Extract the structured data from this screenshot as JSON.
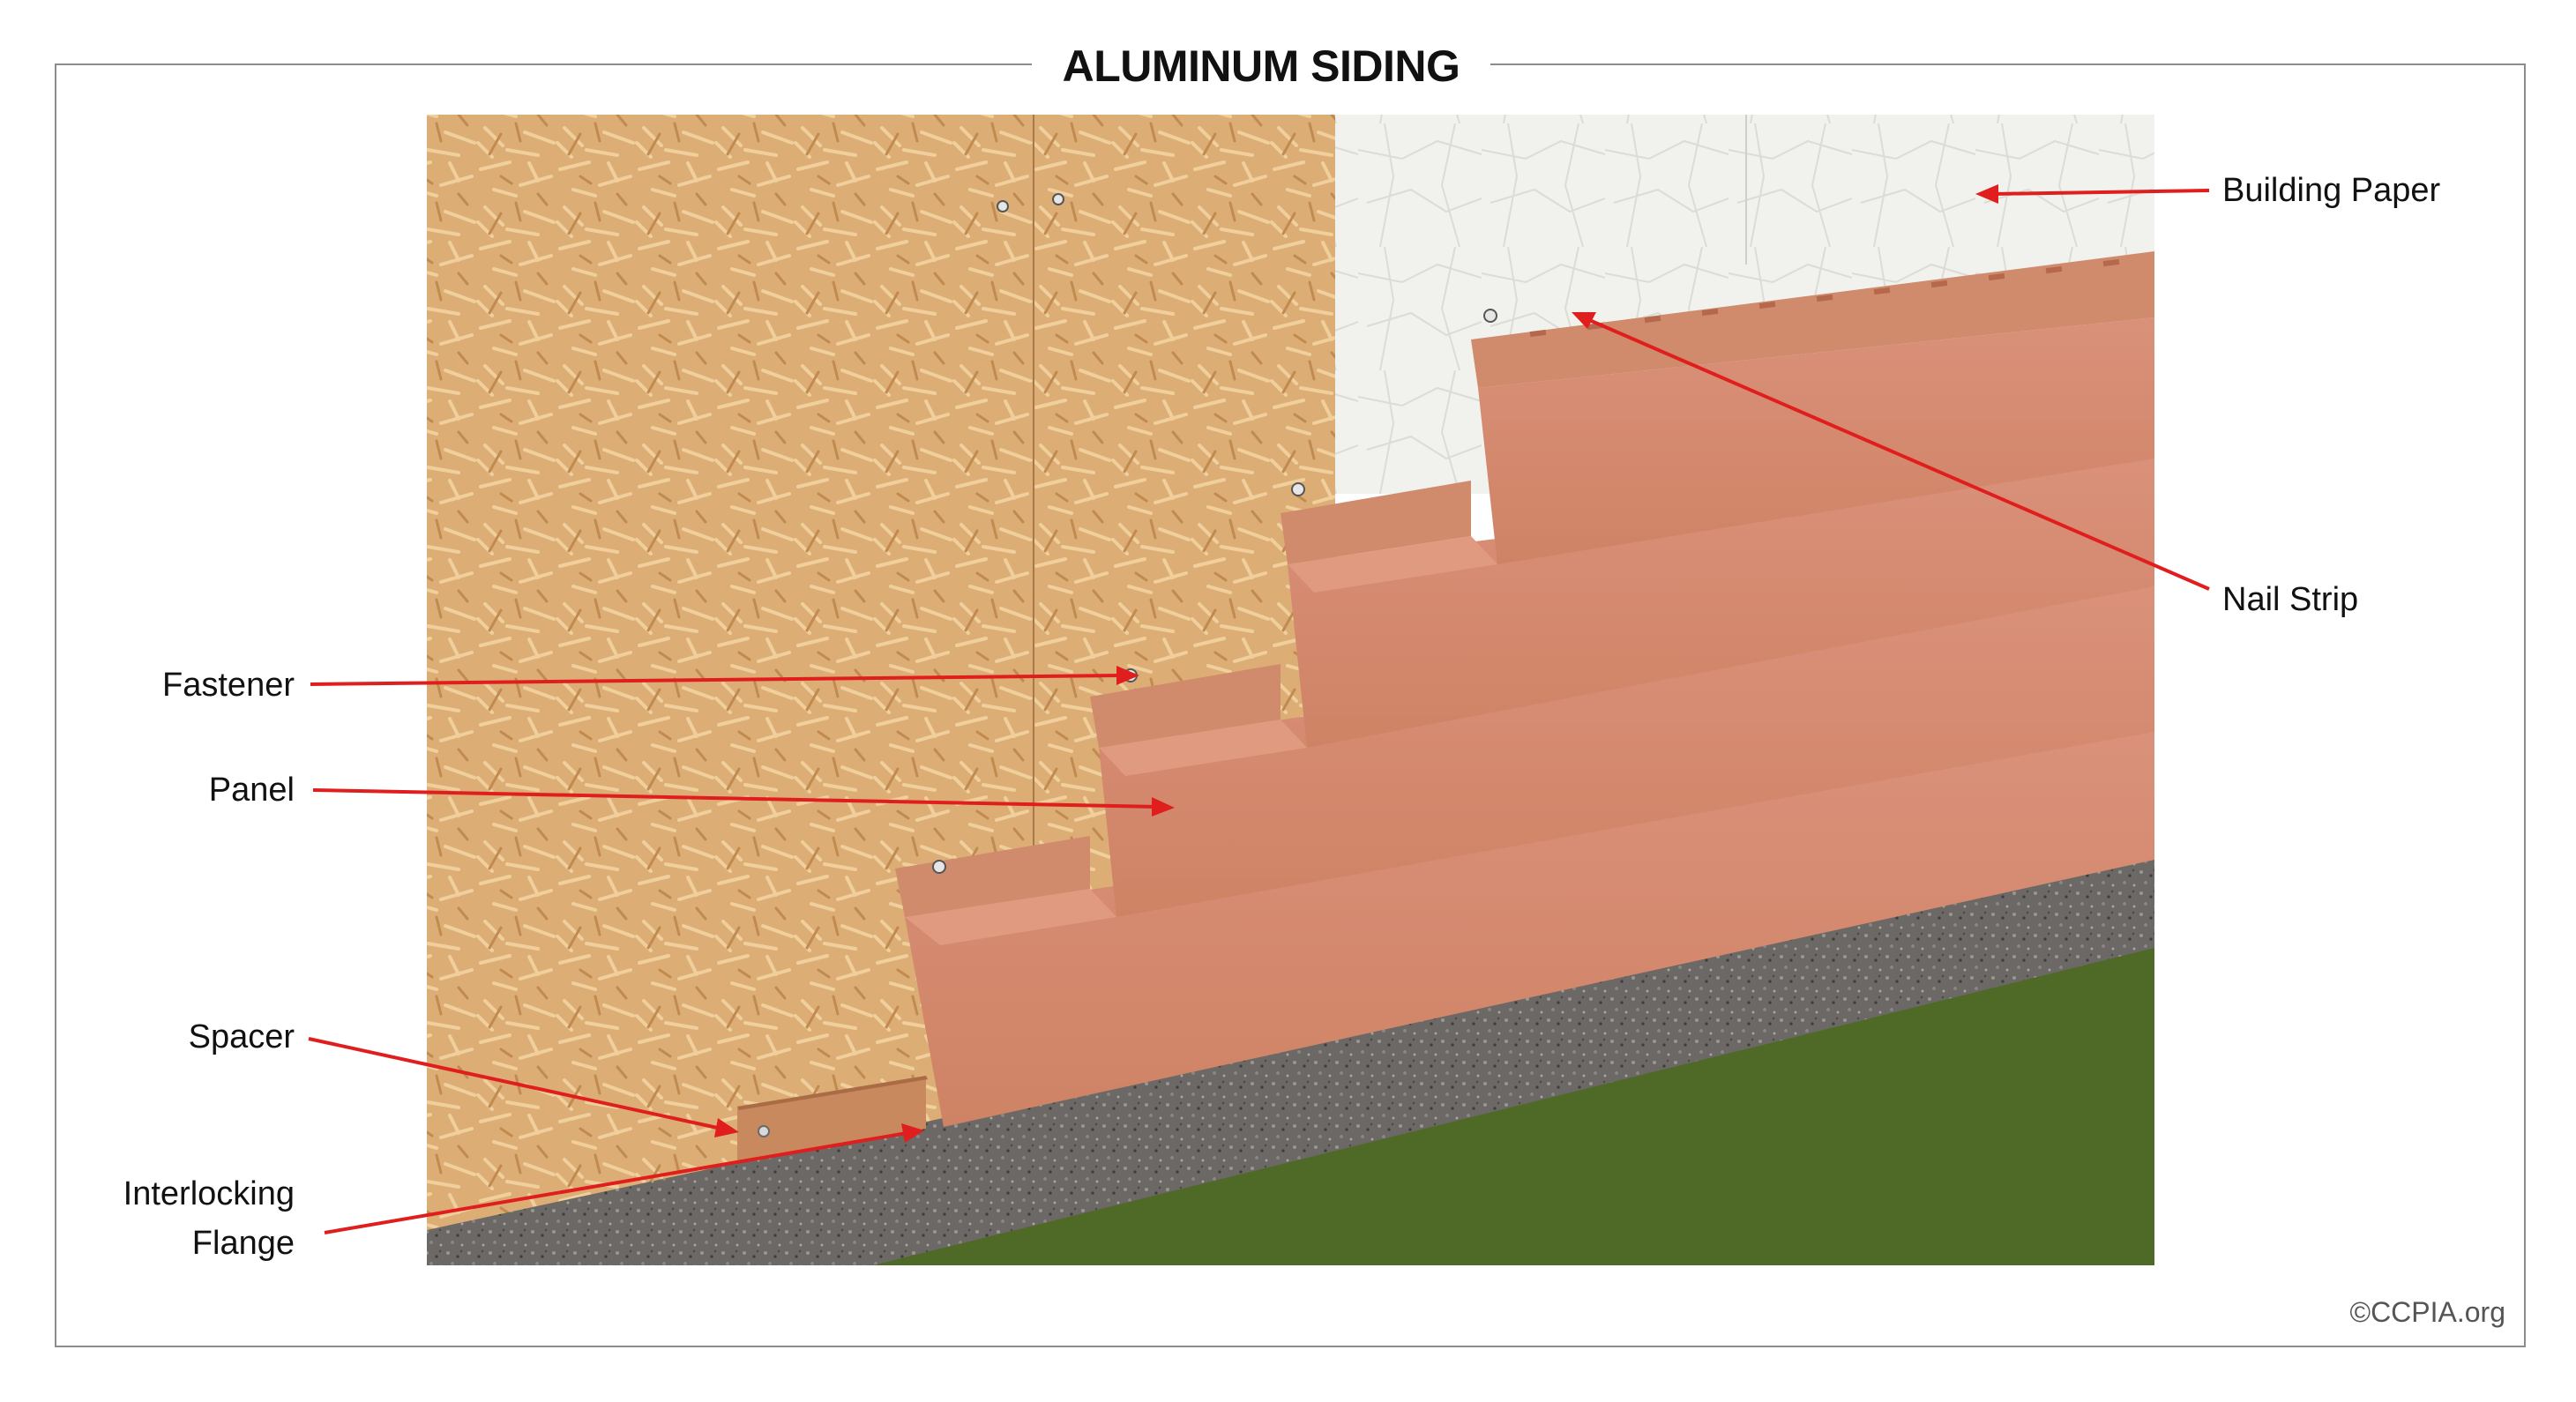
{
  "title": "ALUMINUM SIDING",
  "copyright": "©CCPIA.org",
  "labels": {
    "building_paper": "Building Paper",
    "nail_strip": "Nail Strip",
    "fastener": "Fastener",
    "panel": "Panel",
    "spacer": "Spacer",
    "interlocking_line1": "Interlocking",
    "interlocking_line2": "Flange"
  },
  "colors": {
    "osb": "#dcae76",
    "building_paper": "#f1f1ee",
    "siding": "#d4896b",
    "gravel": "#6e6b68",
    "grass": "#4f6a26",
    "arrow": "#e01e1e"
  }
}
